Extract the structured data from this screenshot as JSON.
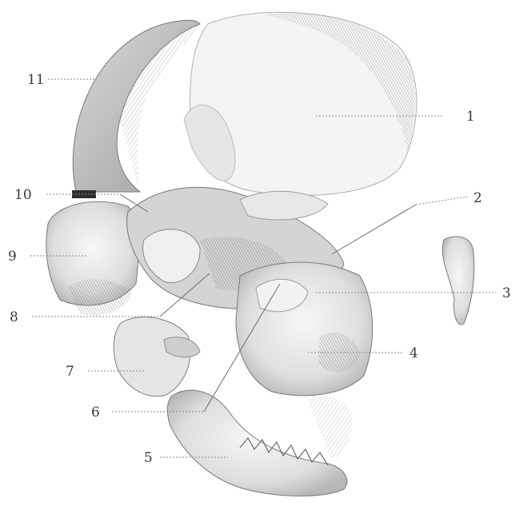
{
  "figure": {
    "subject": "Exploded lateral view of the skull bones (line engraving)",
    "labels": [
      {
        "id": "label-1",
        "text": "1"
      },
      {
        "id": "label-2",
        "text": "2"
      },
      {
        "id": "label-3",
        "text": "3"
      },
      {
        "id": "label-4",
        "text": "4"
      },
      {
        "id": "label-5",
        "text": "5"
      },
      {
        "id": "label-6",
        "text": "6"
      },
      {
        "id": "label-7",
        "text": "7"
      },
      {
        "id": "label-8",
        "text": "8"
      },
      {
        "id": "label-9",
        "text": "9"
      },
      {
        "id": "label-10",
        "text": "10"
      },
      {
        "id": "label-11",
        "text": "11"
      }
    ],
    "colors": {
      "ink": "#3a3a3a",
      "bone_light": "#e2e2e2",
      "bone_mid": "#bdbdbd",
      "bone_dark": "#8c8c8c",
      "background": "#ffffff"
    }
  }
}
